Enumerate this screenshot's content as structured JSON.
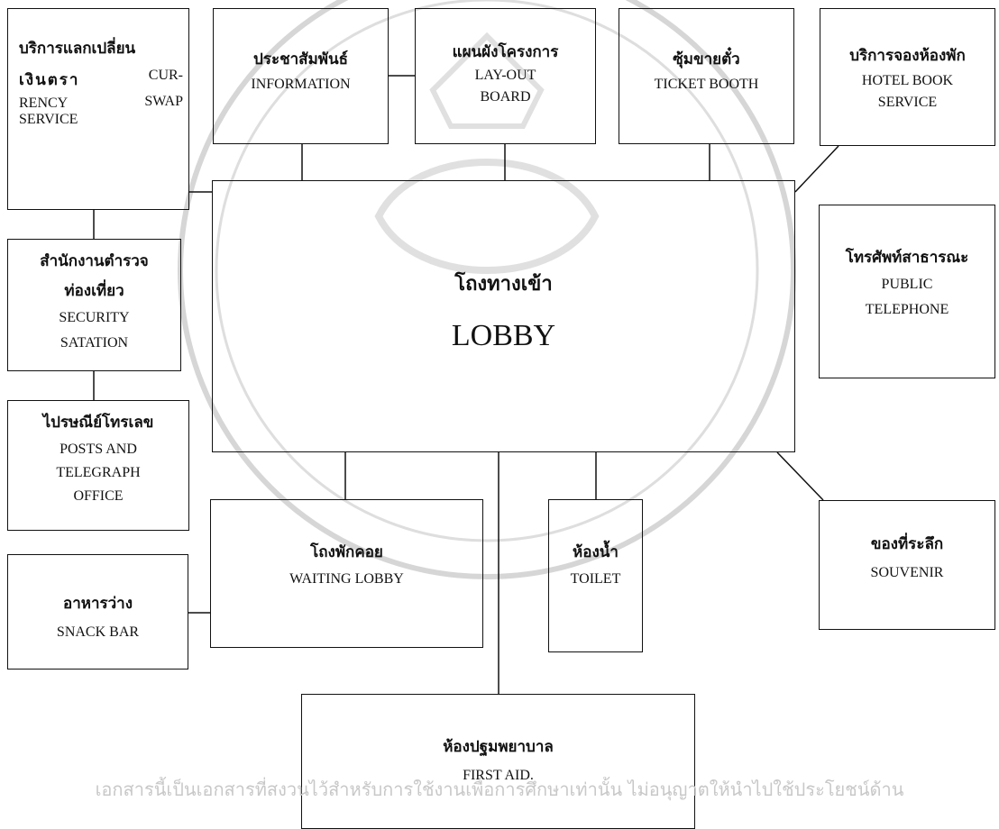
{
  "boxes": {
    "currency": {
      "th": "บริการแลกเปลี่ยน",
      "th2": "เงินตรา",
      "en_a": "CUR-",
      "en_b": "RENCY",
      "en_c": "SWAP",
      "en_d": "SERVICE"
    },
    "info": {
      "th": "ประชาสัมพันธ์",
      "en": "INFORMATION"
    },
    "layout": {
      "th": "แผนผังโครงการ",
      "en1": "LAY-OUT",
      "en2": "BOARD"
    },
    "ticket": {
      "th": "ซุ้มขายตั๋ว",
      "en": "TICKET BOOTH"
    },
    "hotel": {
      "th": "บริการจองห้องพัก",
      "en1": "HOTEL BOOK",
      "en2": "SERVICE"
    },
    "security": {
      "th1": "สำนักงานตำรวจ",
      "th2": "ท่องเที่ยว",
      "en1": "SECURITY",
      "en2": "SATATION"
    },
    "lobby": {
      "th": "โถงทางเข้า",
      "en": "LOBBY"
    },
    "phone": {
      "th": "โทรศัพท์สาธารณะ",
      "en1": "PUBLIC",
      "en2": "TELEPHONE"
    },
    "post": {
      "th": "ไปรษณีย์โทรเลข",
      "en1": "POSTS AND",
      "en2": "TELEGRAPH",
      "en3": "OFFICE"
    },
    "waiting": {
      "th": "โถงพักคอย",
      "en": "WAITING LOBBY"
    },
    "toilet": {
      "th": "ห้องน้ำ",
      "en": "TOILET"
    },
    "souvenir": {
      "th": "ของที่ระลึก",
      "en": "SOUVENIR"
    },
    "snack": {
      "th": "อาหารว่าง",
      "en": "SNACK BAR"
    },
    "firstaid": {
      "th": "ห้องปฐมพยาบาล",
      "en": "FIRST AID."
    }
  },
  "footer_text": "เอกสารนี้เป็นเอกสารที่สงวนไว้สำหรับการใช้งานเพื่อการศึกษาเท่านั้น ไม่อนุญาตให้นำไปใช้ประโยชน์ด้าน",
  "colors": {
    "line": "#111111",
    "watermark": "#d0d0d0"
  }
}
